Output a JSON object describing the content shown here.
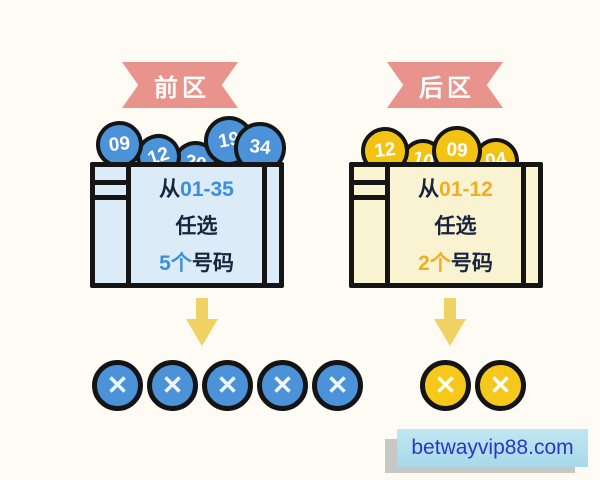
{
  "front_zone": {
    "banner": "前区",
    "balls": [
      "09",
      "12",
      "20",
      "19",
      "34"
    ],
    "pick_rule": {
      "prefix": "从",
      "range": "01-35",
      "line2": "任选",
      "count": "5个",
      "suffix": "号码"
    },
    "result_count": 5,
    "x_symbol": "✕",
    "colors": {
      "ball": "#4b92d8",
      "box_fill": "#dcebf8",
      "accent": "#3d8edb"
    }
  },
  "back_zone": {
    "banner": "后区",
    "balls": [
      "12",
      "10",
      "09",
      "04"
    ],
    "pick_rule": {
      "prefix": "从",
      "range": "01-12",
      "line2": "任选",
      "count": "2个",
      "suffix": "号码"
    },
    "result_count": 2,
    "x_symbol": "✕",
    "colors": {
      "ball": "#f3c313",
      "box_fill": "#faf3d1",
      "accent": "#efae22"
    }
  },
  "banner_color": "#e8938b",
  "arrow_color": "#f0d264",
  "watermark": {
    "text": "betwayvip88.com",
    "bg": "#a6d9e9",
    "text_color": "#2b36c9"
  }
}
